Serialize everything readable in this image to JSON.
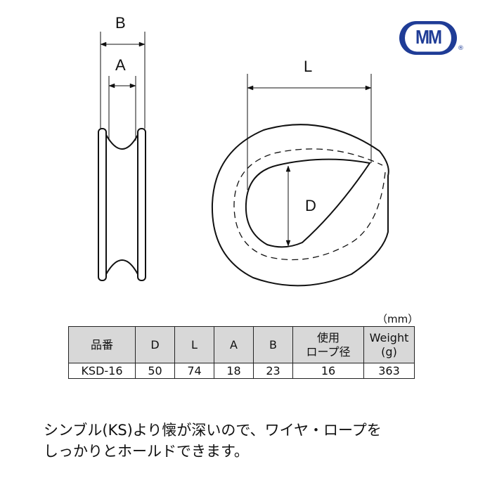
{
  "logo": {
    "text": "MM",
    "registered": "®"
  },
  "diagram": {
    "labels": {
      "B": "B",
      "A": "A",
      "L": "L",
      "D": "D"
    }
  },
  "table": {
    "unit": "（mm）",
    "headers": [
      "品番",
      "D",
      "L",
      "A",
      "B",
      "使用\nロープ径",
      "Weight\n(g)"
    ],
    "header_lines": [
      [
        "品番"
      ],
      [
        "D"
      ],
      [
        "L"
      ],
      [
        "A"
      ],
      [
        "B"
      ],
      [
        "使用",
        "ロープ径"
      ],
      [
        "Weight",
        "(g)"
      ]
    ],
    "rows": [
      [
        "KSD-16",
        "50",
        "74",
        "18",
        "23",
        "16",
        "363"
      ]
    ]
  },
  "description": {
    "line1": "シンブル(KS)より懐が深いので、ワイヤ・ロープを",
    "line2": "しっかりとホールドできます。"
  }
}
